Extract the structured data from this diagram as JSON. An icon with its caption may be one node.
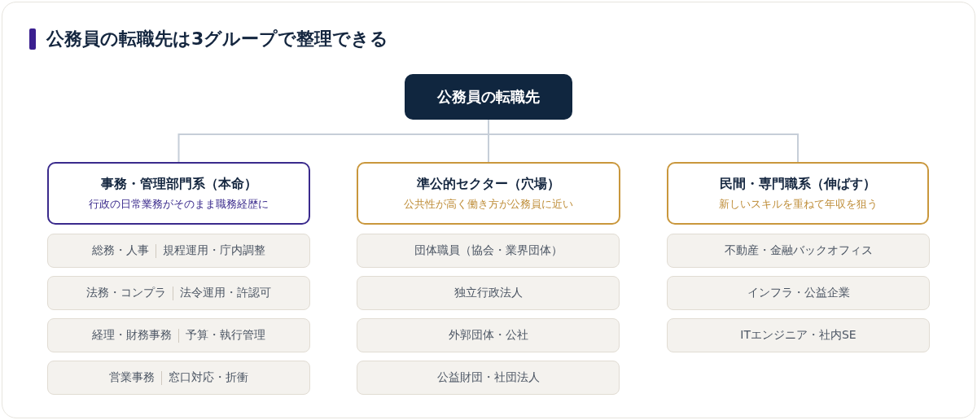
{
  "diagram": {
    "title": "公務員の転職先は3グループで整理できる",
    "nodes": [
      {
        "text": [
          "公務員の転職先"
        ]
      },
      {
        "text": [
          "事務・管理部門系（本命）",
          "行政の日常業務がそのまま職務経歴に"
        ]
      },
      {
        "text": [
          "準公的セクター（穴場）",
          "公共性が高く働き方が公務員に近い"
        ]
      },
      {
        "text": [
          "民間・専門職系（伸ばす）",
          "新しいスキルを重ねて年収を狙う"
        ]
      },
      {
        "text": [
          "総務・人事",
          "規程運用・庁内調整"
        ]
      },
      {
        "text": [
          "法務・コンプラ",
          "法令運用・許認可"
        ]
      },
      {
        "text": [
          "経理・財務事務",
          "予算・執行管理"
        ]
      },
      {
        "text": [
          "営業事務",
          "窓口対応・折衝"
        ]
      },
      {
        "text": [
          "団体職員（協会・業界団体）"
        ]
      },
      {
        "text": [
          "独立行政法人"
        ]
      },
      {
        "text": [
          "外郭団体・公社"
        ]
      },
      {
        "text": [
          "公益財団・社団法人"
        ]
      },
      {
        "text": [
          "不動産・金融バックオフィス"
        ]
      },
      {
        "text": [
          "インフラ・公益企業"
        ]
      },
      {
        "text": [
          "ITエンジニア・社内SE"
        ]
      }
    ],
    "edges": [
      {
        "from": 0,
        "to": 1,
        "arrow": "none"
      },
      {
        "from": 0,
        "to": 2,
        "arrow": "none"
      },
      {
        "from": 0,
        "to": 3,
        "arrow": "none"
      }
    ]
  }
}
